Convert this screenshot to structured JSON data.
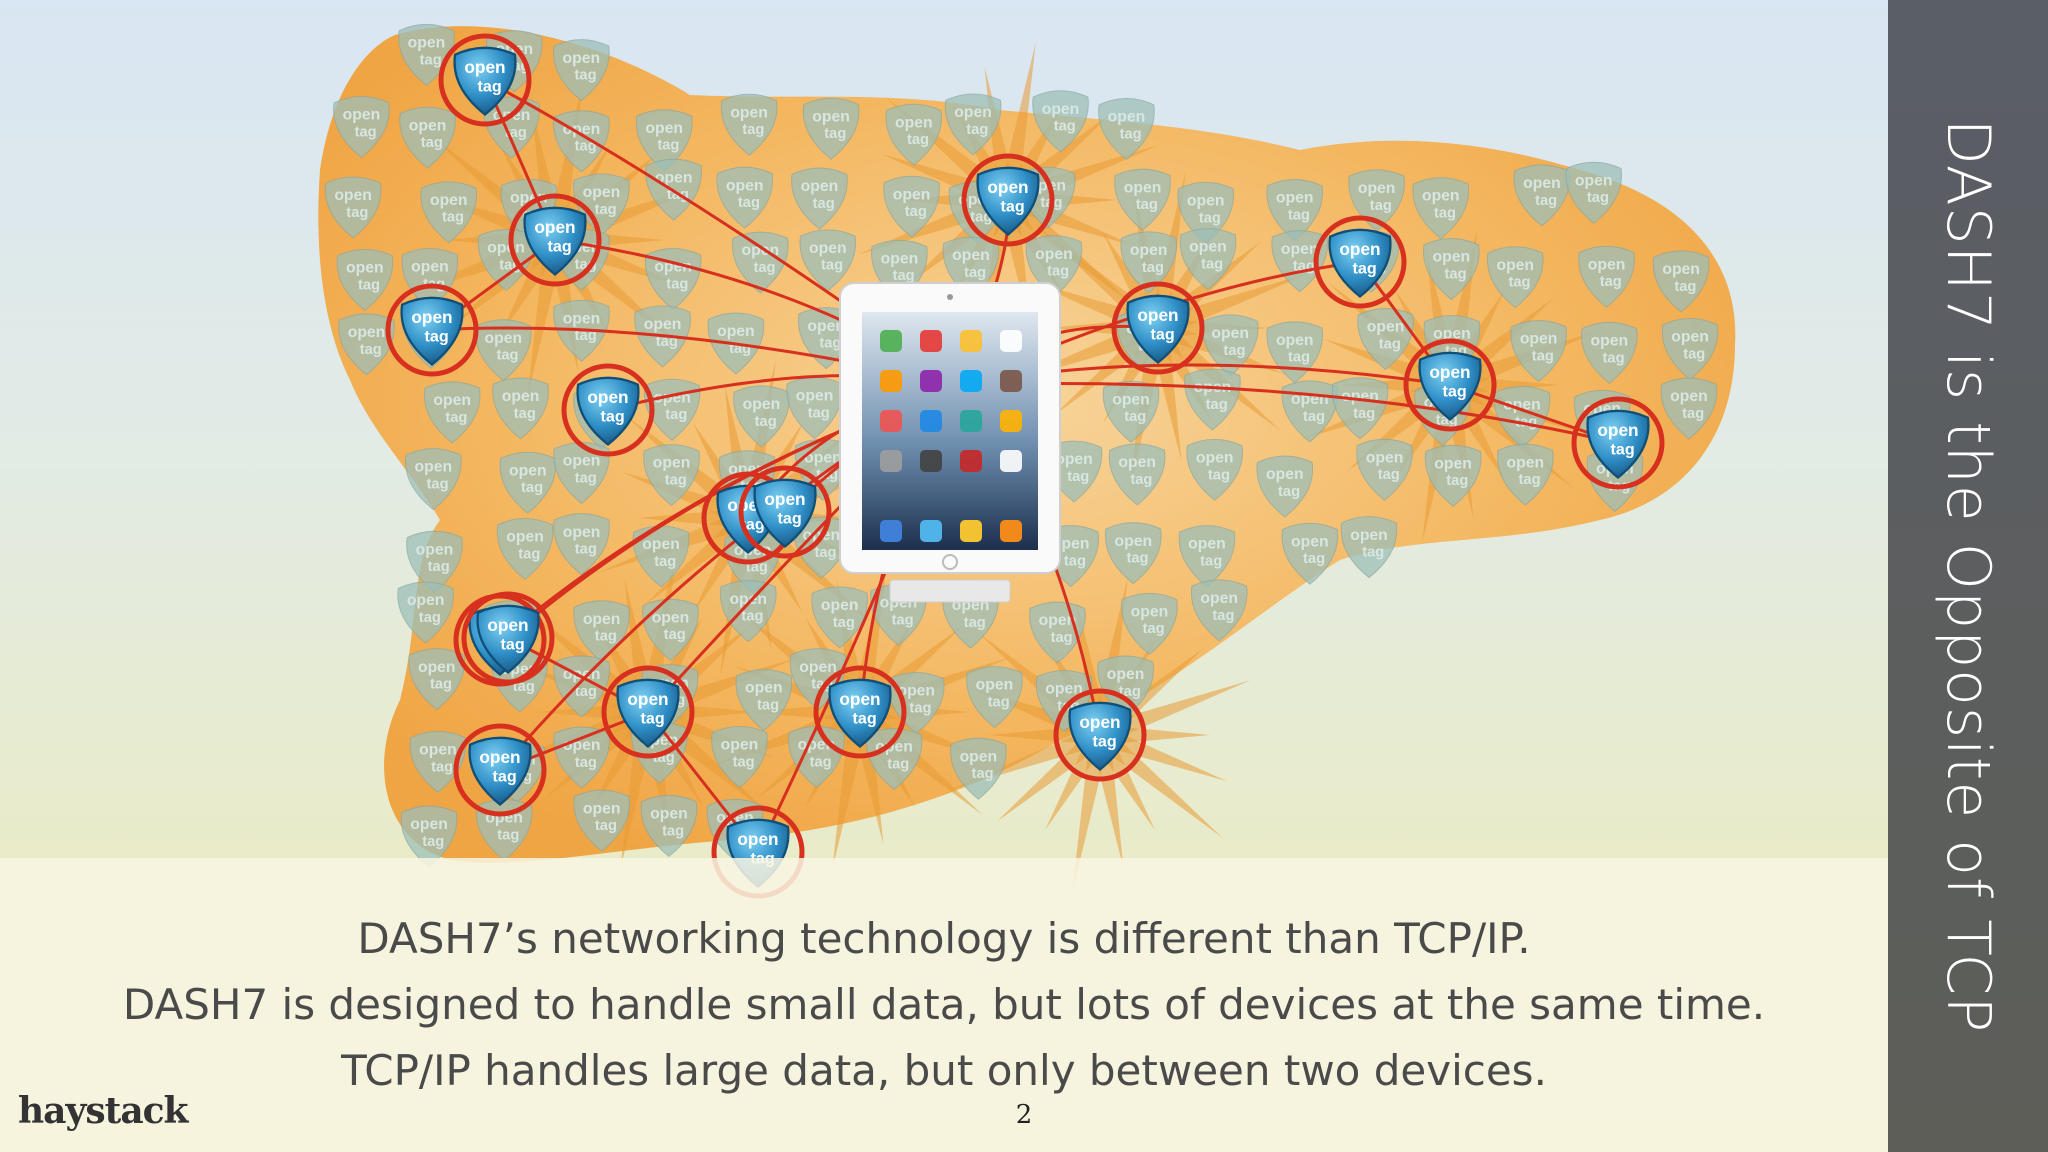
{
  "slide": {
    "title": "DASH7 is the Opposite of TCP",
    "caption_lines": [
      "DASH7’s networking technology is different than TCP/IP.",
      "DASH7 is designed to handle small data, but lots of devices at the same time.",
      "TCP/IP handles large data, but only between two devices."
    ],
    "page_number": "2",
    "logo_text": "haystack"
  },
  "diagram": {
    "tag_top": "open",
    "tag_bottom": "tag",
    "colors": {
      "cloud": "#f4b560",
      "cloud_edge": "#f2a947",
      "highlight_ring": "#d8301e",
      "link_line": "#d8301e",
      "tag_active": "#2f8fc7",
      "tag_faded": "#9dbfb8"
    }
  }
}
